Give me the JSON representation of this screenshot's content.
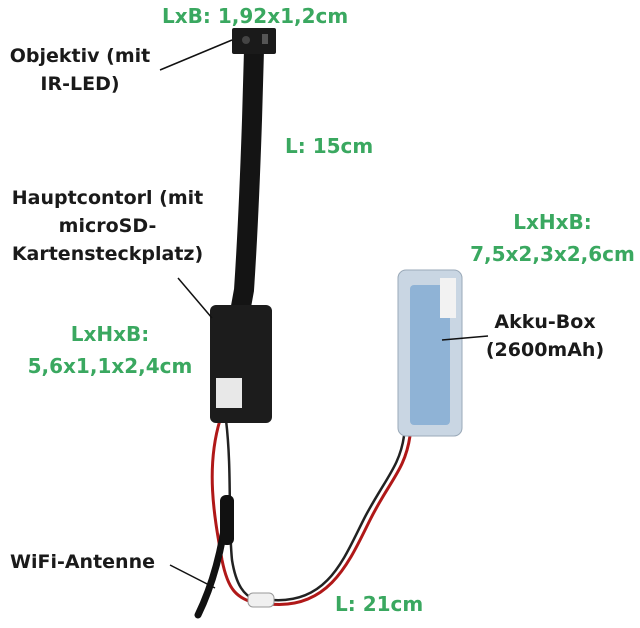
{
  "labels": {
    "objektiv_l1": "Objektiv (mit",
    "objektiv_l2": "IR-LED)",
    "haupt_l1": "Hauptcontorl (mit",
    "haupt_l2": "microSD-",
    "haupt_l3": "Kartensteckplatz)",
    "akku_l1": "Akku-Box",
    "akku_l2": "(2600mAh)",
    "antenne": "WiFi-Antenne"
  },
  "dimensions": {
    "lens": "LxB: 1,92x1,2cm",
    "ribbon": "L: 15cm",
    "controller_l1": "LxHxB:",
    "controller_l2": "5,6x1,1x2,4cm",
    "battery_l1": "LxHxB:",
    "battery_l2": "7,5x2,3x2,6cm",
    "cable": "L: 21cm"
  },
  "colors": {
    "dimension_green": "#3aa860",
    "label_black": "#1a1a1a",
    "device_black": "#1c1c1c",
    "battery_blue": "#8fb3d6",
    "wire_red": "#b01818"
  }
}
